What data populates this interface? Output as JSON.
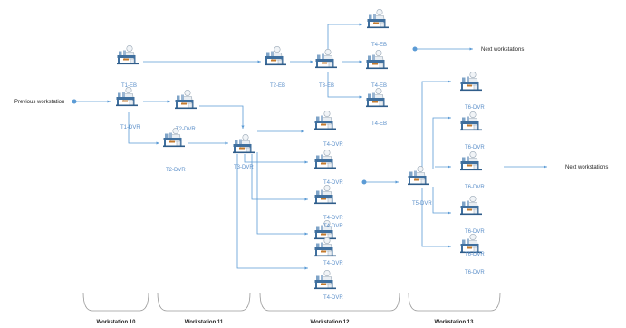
{
  "colors": {
    "flow": "#5b9bd5",
    "label": "#5b8fc9",
    "bracket": "#9a9a9a",
    "text": "#222222"
  },
  "icon_name": "worker-at-workstation-icon",
  "annotations": {
    "previous": "Previous workstation",
    "next_top": "Next workstations",
    "next_right": "Next workstations"
  },
  "stations": [
    {
      "id": "t1eb",
      "label": "T1-EB"
    },
    {
      "id": "t1dvr",
      "label": "T1-DVR"
    },
    {
      "id": "t2dvra",
      "label": "T2-DVR"
    },
    {
      "id": "t2dvrb",
      "label": "T2-DVR"
    },
    {
      "id": "t2eb",
      "label": "T2-EB"
    },
    {
      "id": "t3dvr",
      "label": "T3-DVR"
    },
    {
      "id": "t3eb",
      "label": "T3-EB"
    },
    {
      "id": "t4eb1",
      "label": "T4-EB"
    },
    {
      "id": "t4eb2",
      "label": "T4-EB"
    },
    {
      "id": "t4eb3",
      "label": "T4-EB"
    },
    {
      "id": "t4d1",
      "label": "T4-DVR"
    },
    {
      "id": "t4d2",
      "label": "T4-DVR"
    },
    {
      "id": "t4d3",
      "label": "T4-DVR"
    },
    {
      "id": "t4d4",
      "label": "T4-DVR"
    },
    {
      "id": "t4d5",
      "label": "T4-DVR"
    },
    {
      "id": "t4d6",
      "label": "T4-DVR"
    },
    {
      "id": "t5dvr",
      "label": "T5-DVR"
    },
    {
      "id": "t6d1",
      "label": "T6-DVR"
    },
    {
      "id": "t6d2",
      "label": "T6-DVR"
    },
    {
      "id": "t6d3",
      "label": "T6-DVR"
    },
    {
      "id": "t6d4",
      "label": "T6-DVR"
    },
    {
      "id": "t6d5",
      "label": "T6-DVR"
    },
    {
      "id": "t6d6",
      "label": "T6-DVR"
    }
  ],
  "workstations": [
    {
      "id": "ws10",
      "label": "Workstation 10"
    },
    {
      "id": "ws11",
      "label": "Workstation 11"
    },
    {
      "id": "ws12",
      "label": "Workstation 12"
    },
    {
      "id": "ws13",
      "label": "Workstation 13"
    }
  ]
}
